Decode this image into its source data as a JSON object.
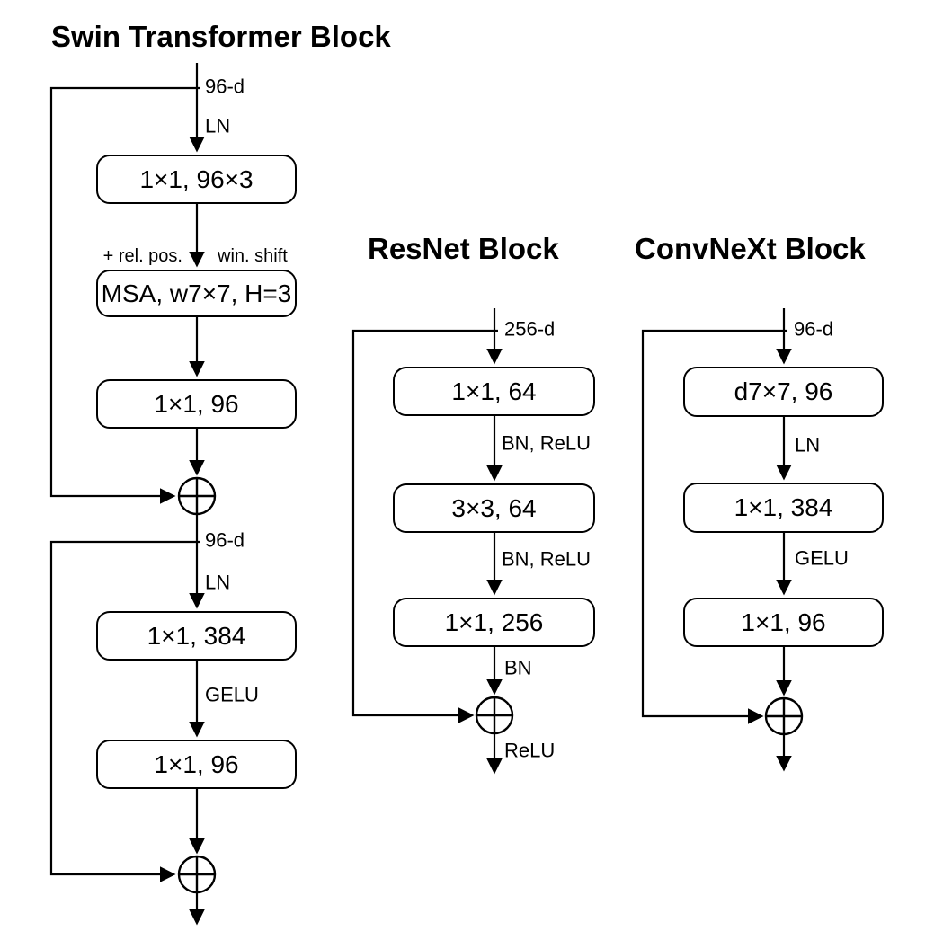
{
  "page": {
    "background": "#ffffff",
    "ink": "#000000"
  },
  "swin": {
    "title": "Swin Transformer Block",
    "dim_in": "96-d",
    "norm1": "LN",
    "box1": "1×1, 96×3",
    "rel_pos": "+ rel. pos.",
    "win_shift": "win. shift",
    "box2": "MSA, w7×7, H=3",
    "box3": "1×1, 96",
    "dim_mid": "96-d",
    "norm2": "LN",
    "box4": "1×1, 384",
    "act": "GELU",
    "box5": "1×1, 96"
  },
  "resnet": {
    "title": "ResNet Block",
    "dim_in": "256-d",
    "box1": "1×1, 64",
    "act1": "BN, ReLU",
    "box2": "3×3, 64",
    "act2": "BN, ReLU",
    "box3": "1×1, 256",
    "norm_out": "BN",
    "act_out": "ReLU"
  },
  "convnext": {
    "title": "ConvNeXt Block",
    "dim_in": "96-d",
    "box1": "d7×7, 96",
    "norm": "LN",
    "box2": "1×1, 384",
    "act": "GELU",
    "box3": "1×1, 96"
  }
}
